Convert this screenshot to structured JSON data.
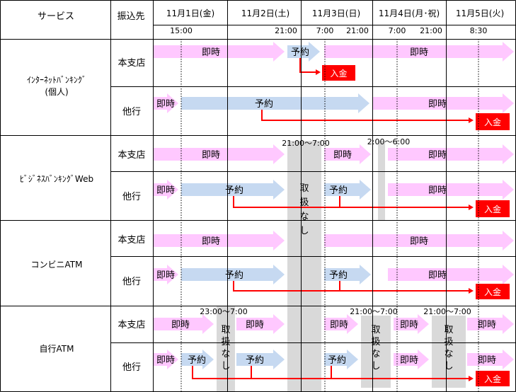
{
  "header": {
    "service": "サービス",
    "dest": "振込先",
    "days": [
      "11月1日(金)",
      "11月2日(土)",
      "11月3日(日)",
      "11月4日(月･祝)",
      "11月5日(火)"
    ],
    "times": [
      "15:00",
      "21:00",
      "7:00",
      "21:00",
      "7:00",
      "21:00",
      "8:30"
    ]
  },
  "services": [
    {
      "name_lines": [
        "ｲﾝﾀｰﾈｯﾄﾊﾞﾝｷﾝｸﾞ",
        "(個人)"
      ]
    },
    {
      "name_lines": [
        "ﾋﾞｼﾞﾈｽﾊﾞﾝｷﾝｸﾞWeb"
      ]
    },
    {
      "name_lines": [
        "コンビニATM"
      ]
    },
    {
      "name_lines": [
        "自行ATM"
      ]
    }
  ],
  "row_labels": {
    "own": "本支店",
    "other": "他行"
  },
  "labels": {
    "instant": "即時",
    "reserve": "予約",
    "deposit": "入金",
    "closed": "取扱なし",
    "closed_chars": [
      "取",
      "扱",
      "な",
      "し"
    ]
  },
  "period_labels": {
    "biz_closed": "21:00〜7:00",
    "biz_short": "2:00〜6:00",
    "atm_1": "23:00〜7:00",
    "atm_2": "21:00〜7:00",
    "atm_3": "21:00〜7:00"
  },
  "colors": {
    "instant": "#ffc8ff",
    "reserve": "#c6d9f1",
    "closed": "#d9d9d9",
    "deposit_box": "#ff0000",
    "deposit_line": "#ff0000"
  }
}
